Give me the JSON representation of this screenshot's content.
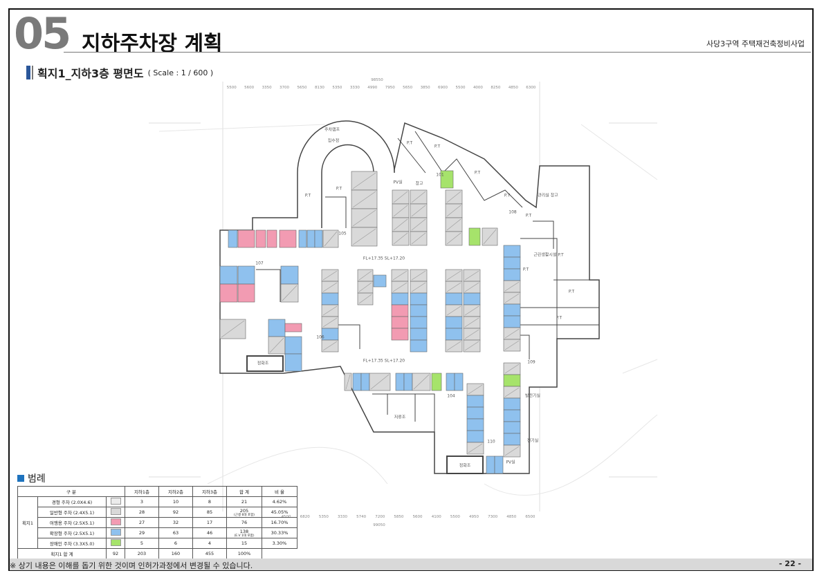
{
  "header": {
    "number": "05",
    "title": "지하주차장 계획",
    "project": "사당3구역 주택재건축정비사업"
  },
  "subtitle": {
    "title": "획지1_지하3층 평면도",
    "scale": "( Scale : 1 / 600 )"
  },
  "plan": {
    "top_total": "98550",
    "top_dims": [
      "5500",
      "5600",
      "3350",
      "3700",
      "5650",
      "8130",
      "5350",
      "3330",
      "4990",
      "7950",
      "5650",
      "3850",
      "6900",
      "5500",
      "4000",
      "8250",
      "4850",
      "6300"
    ],
    "bottom_total": "99050",
    "bottom_dims": [
      "4500",
      "6820",
      "5350",
      "3330",
      "5740",
      "7200",
      "5850",
      "5600",
      "4100",
      "5500",
      "4950",
      "7300",
      "4850",
      "6500"
    ],
    "rooms": [
      "P.T",
      "P.T",
      "P.T",
      "P.T",
      "P.T",
      "P.T",
      "P.T",
      "P.T",
      "P.T",
      "P.T",
      "정화조",
      "정화조",
      "발전기실",
      "전기실",
      "저류조",
      "근린생활시설 P.T",
      "관리실 창고",
      "PV실",
      "창고",
      "101",
      "104",
      "105",
      "106",
      "107",
      "108",
      "109",
      "110",
      "PV실",
      "집수정",
      "주차램프",
      "FL+17.35 SL+17.20",
      "FL+17.35 SL+17.20"
    ],
    "colors": {
      "general": "#d9d9d9",
      "women": "#f29bb2",
      "extended": "#8fc1ee",
      "disabled": "#a6e36b"
    }
  },
  "legend": {
    "title": "범례",
    "headers": [
      "구 분",
      "지하1층",
      "지하2층",
      "지하3층",
      "합 계",
      "비 율"
    ],
    "group": "획지1",
    "rows": [
      {
        "label": "경형 주차 (2.0X4.6)",
        "b1": "3",
        "b2": "10",
        "b3": "8",
        "total": "21",
        "note": "",
        "ratio": "4.62%",
        "color": "#ececec"
      },
      {
        "label": "일반형 주차 (2.4X5.1)",
        "b1": "28",
        "b2": "92",
        "b3": "85",
        "total": "205",
        "note": "(근생 6대 포함)",
        "ratio": "45.05%",
        "color": "#d9d9d9"
      },
      {
        "label": "여행용 주차 (2.5X5.1)",
        "b1": "27",
        "b2": "32",
        "b3": "17",
        "total": "76",
        "note": "",
        "ratio": "16.70%",
        "color": "#f29bb2"
      },
      {
        "label": "확장형 주차 (2.5X5.1)",
        "b1": "29",
        "b2": "63",
        "b3": "46",
        "total": "138",
        "note": "(E.V 1대 포함)",
        "ratio": "30.33%",
        "color": "#8fc1ee"
      },
      {
        "label": "장애인 주차 (3.3X5.0)",
        "b1": "5",
        "b2": "6",
        "b3": "4",
        "total": "15",
        "note": "",
        "ratio": "3.30%",
        "color": "#a6e36b"
      }
    ],
    "sum": {
      "label": "획지1 합 계",
      "b1": "92",
      "b2": "203",
      "b3": "160",
      "total": "455",
      "ratio": "100%"
    }
  },
  "footer": {
    "note": "※ 상기 내용은 이해를 돕기 위한 것이며 인허가과정에서 변경될 수 있습니다.",
    "page": "- 22 -"
  }
}
